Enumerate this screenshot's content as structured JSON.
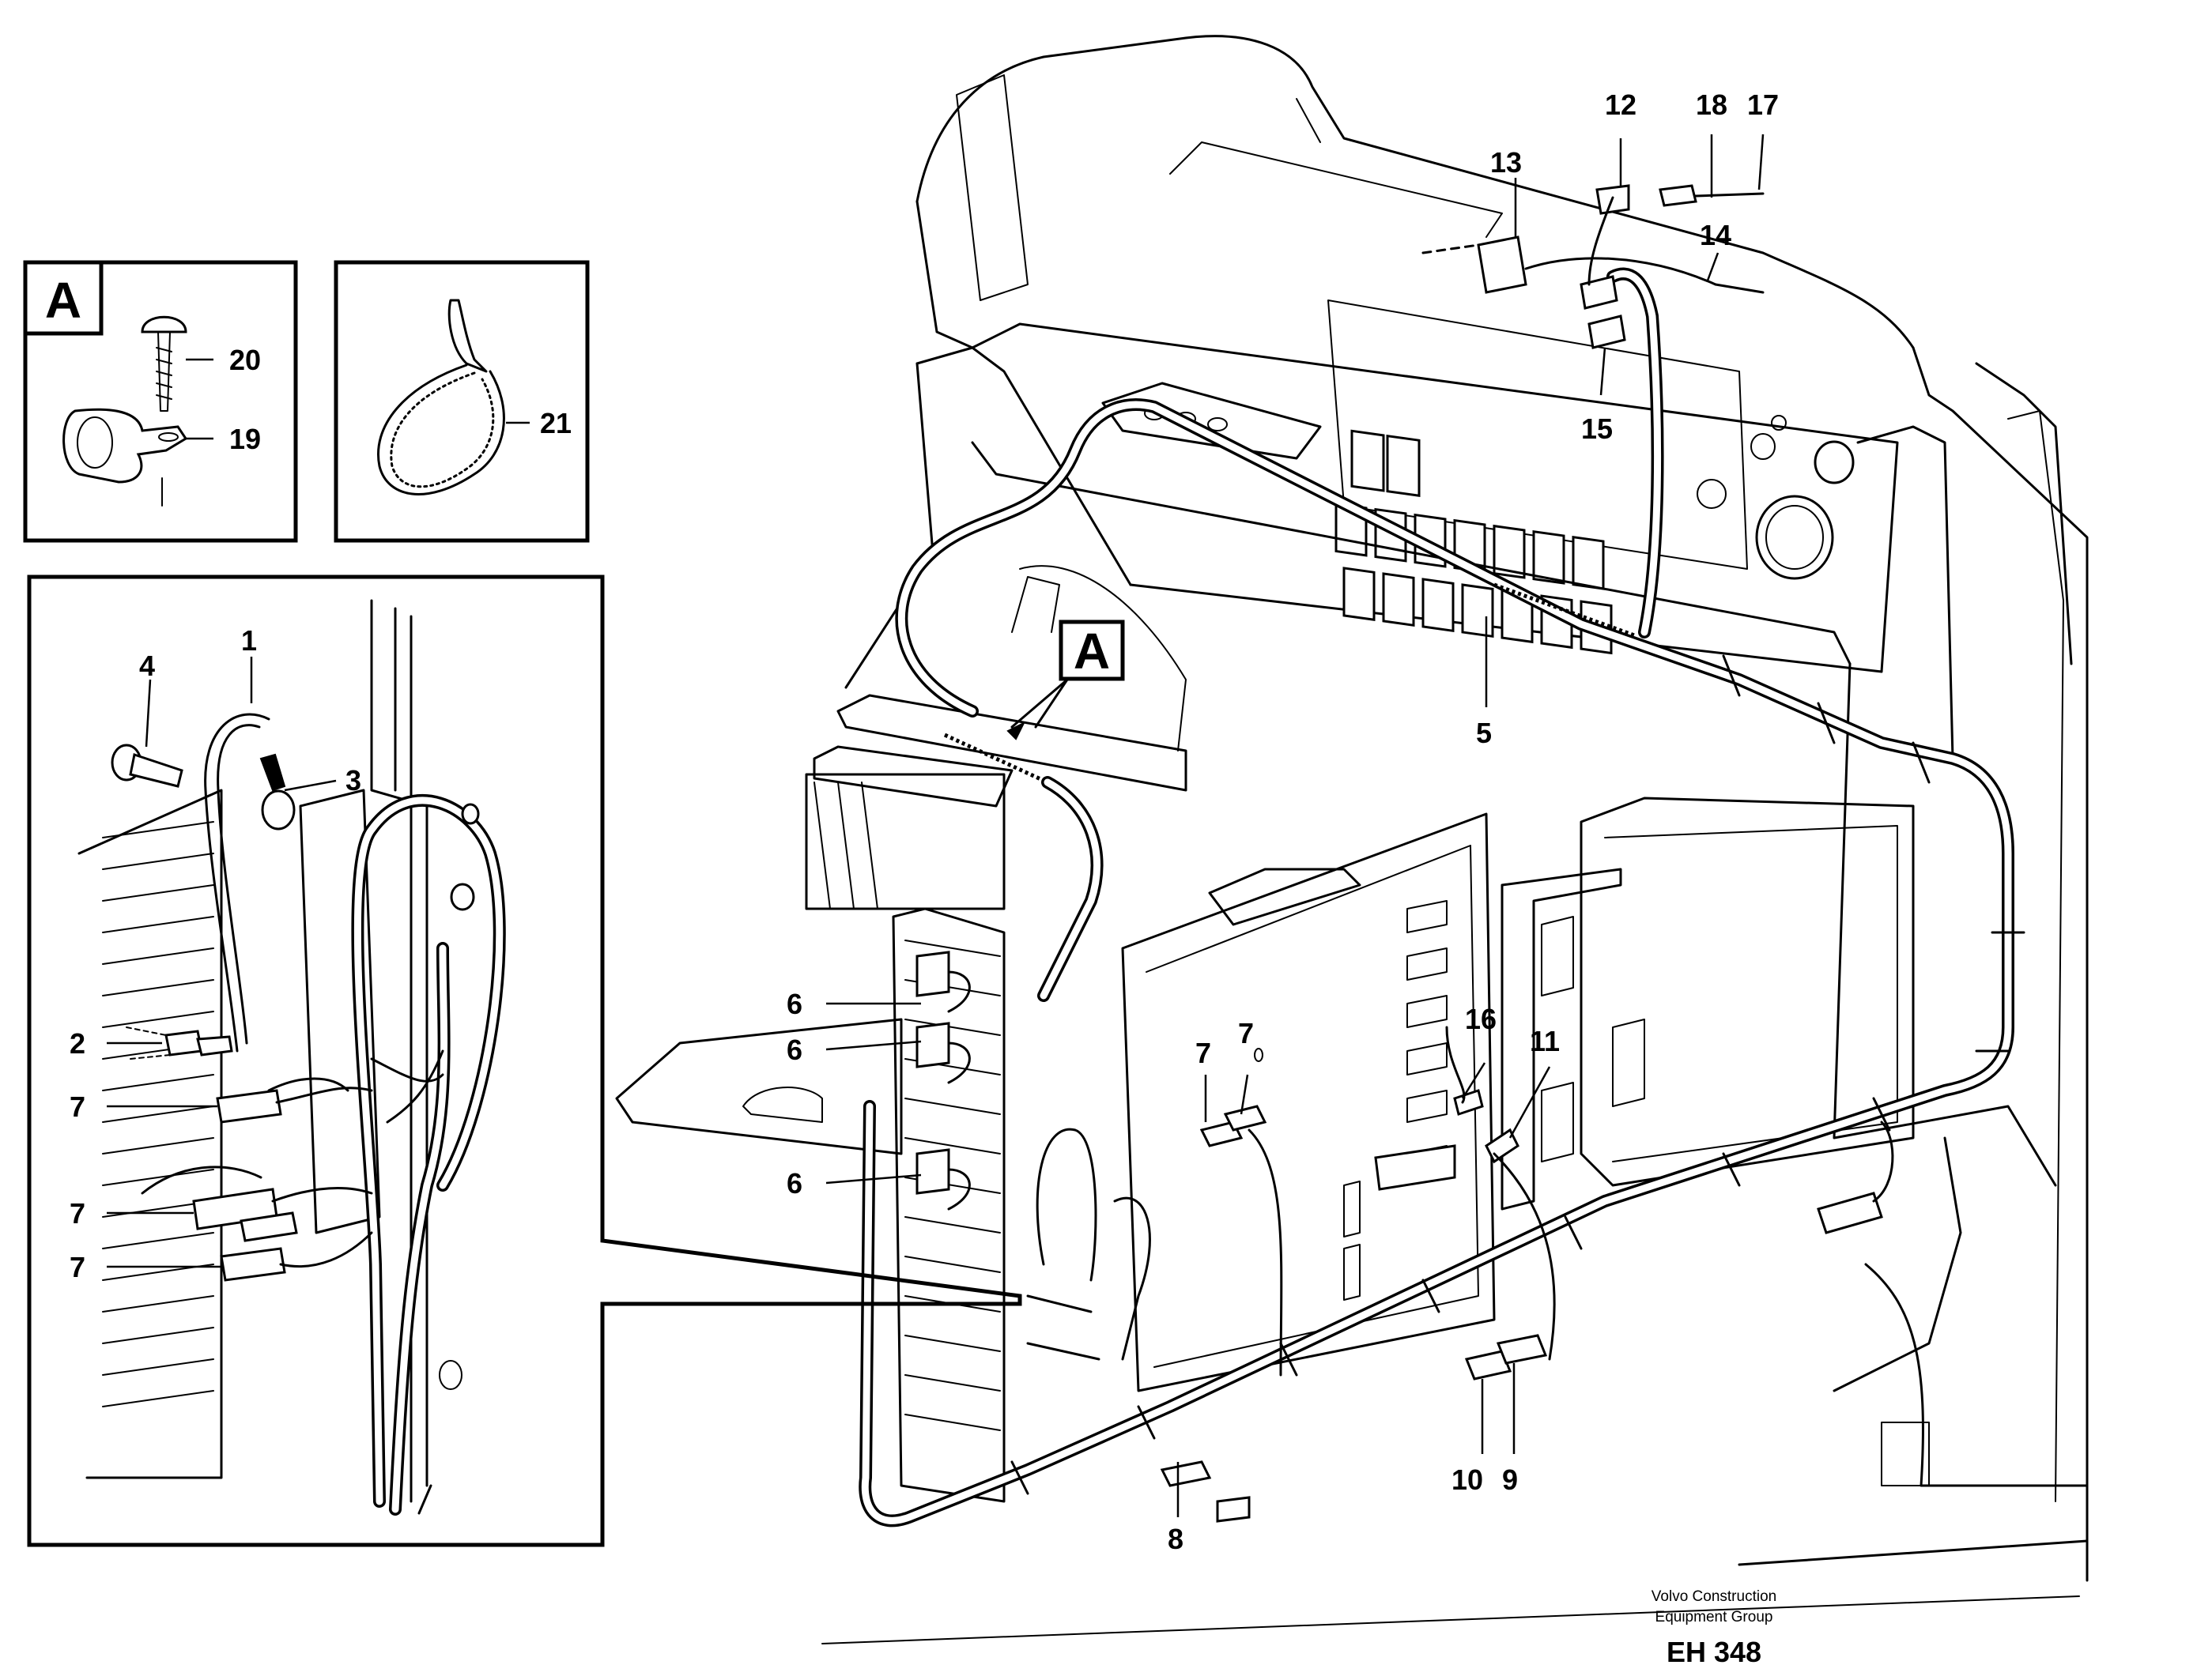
{
  "diagram": {
    "detail_labels": {
      "detail_a": "A",
      "view_pointer": "A"
    },
    "callouts": {
      "c1": "1",
      "c2": "2",
      "c3": "3",
      "c4": "4",
      "c5": "5",
      "c6a": "6",
      "c6b": "6",
      "c6c": "6",
      "c7a": "7",
      "c7b": "7",
      "c7c": "7",
      "c7d": "7",
      "c7e": "7",
      "c8": "8",
      "c9": "9",
      "c10": "10",
      "c11": "11",
      "c12": "12",
      "c13": "13",
      "c14": "14",
      "c15": "15",
      "c16": "16",
      "c17": "17",
      "c18": "18",
      "c19": "19",
      "c20": "20",
      "c21": "21"
    },
    "credit": {
      "line1": "Volvo Construction",
      "line2": "Equipment Group",
      "doc_number": "EH 348"
    }
  }
}
